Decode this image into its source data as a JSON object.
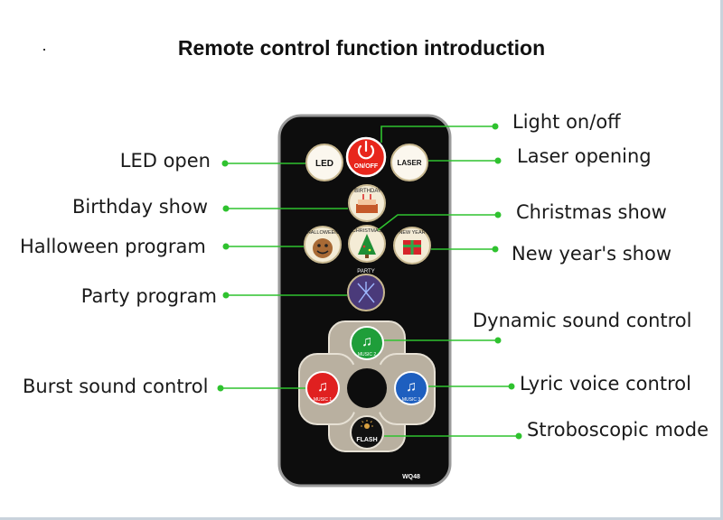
{
  "title": "Remote control function introduction",
  "labels": {
    "light_onoff": "Light on/off",
    "led_open": "LED open",
    "laser_opening": "Laser opening",
    "birthday_show": "Birthday show",
    "christmas_show": "Christmas show",
    "halloween_program": "Halloween program",
    "new_years_show": "New year's show",
    "party_program": "Party program",
    "dynamic_sound_control": "Dynamic sound control",
    "burst_sound_control": "Burst sound control",
    "lyric_voice_control": "Lyric voice control",
    "stroboscopic_mode": "Stroboscopic mode"
  },
  "remote": {
    "btn_led": "LED",
    "btn_onoff": "ON/OFF",
    "btn_laser": "LASER",
    "btn_birthday": "BIRTHDAY",
    "btn_halloween": "HALLOWEEN",
    "btn_christmas": "CHRISTMAS",
    "btn_newyear": "NEW YEAR",
    "btn_party": "PARTY",
    "btn_music2": "MUSIC 2",
    "btn_music1": "MUSIC 1",
    "btn_music3": "MUSIC 3",
    "btn_flash": "FLASH",
    "model": "WQ48"
  },
  "colors": {
    "connector": "#2fc22f",
    "remote_body": "#0d0d0d",
    "pad": "#b9b0a0",
    "onoff": "#e8261c",
    "music2": "#1f9e3a",
    "music1": "#e02020",
    "music3": "#1e5fbf"
  },
  "icons": [
    "power-icon",
    "cake-icon",
    "pumpkin-icon",
    "tree-icon",
    "gift-icon",
    "fireworks-icon",
    "music-note-icon",
    "sun-icon"
  ]
}
